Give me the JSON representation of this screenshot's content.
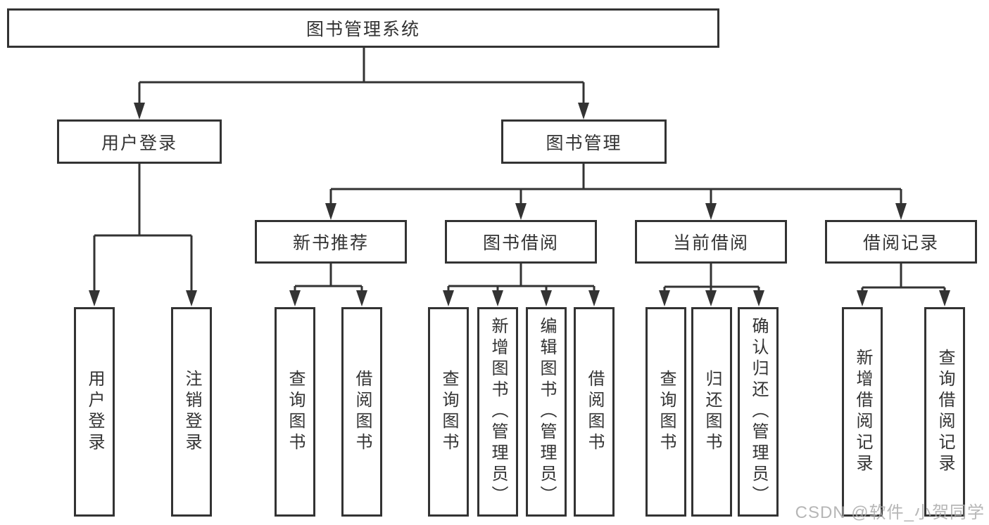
{
  "diagram": {
    "title": "图书管理系统",
    "nodes": {
      "root": {
        "label": "图书管理系统"
      },
      "level2": [
        {
          "label": "用户登录",
          "parent": "图书管理系统"
        },
        {
          "label": "图书管理",
          "parent": "图书管理系统"
        }
      ],
      "level3": [
        {
          "label": "新书推荐",
          "parent": "图书管理"
        },
        {
          "label": "图书借阅",
          "parent": "图书管理"
        },
        {
          "label": "当前借阅",
          "parent": "图书管理"
        },
        {
          "label": "借阅记录",
          "parent": "图书管理"
        }
      ],
      "leaves": [
        {
          "label": "用户登录",
          "parent": "用户登录"
        },
        {
          "label": "注销登录",
          "parent": "用户登录"
        },
        {
          "label": "查询图书",
          "parent": "新书推荐"
        },
        {
          "label": "借阅图书",
          "parent": "新书推荐"
        },
        {
          "label": "查询图书",
          "parent": "图书借阅"
        },
        {
          "label": "新增图书（管理员）",
          "parent": "图书借阅"
        },
        {
          "label": "编辑图书（管理员）",
          "parent": "图书借阅"
        },
        {
          "label": "借阅图书",
          "parent": "图书借阅"
        },
        {
          "label": "查询图书",
          "parent": "当前借阅"
        },
        {
          "label": "归还图书",
          "parent": "当前借阅"
        },
        {
          "label": "确认归还（管理员）",
          "parent": "当前借阅"
        },
        {
          "label": "新增借阅记录",
          "parent": "借阅记录"
        },
        {
          "label": "查询借阅记录",
          "parent": "借阅记录"
        }
      ]
    }
  },
  "watermark": {
    "text": "CSDN @软件_小贺同学"
  },
  "colors": {
    "line": "#333333",
    "text": "#333333",
    "background": "#ffffff",
    "watermark": "#aaaaaa"
  }
}
